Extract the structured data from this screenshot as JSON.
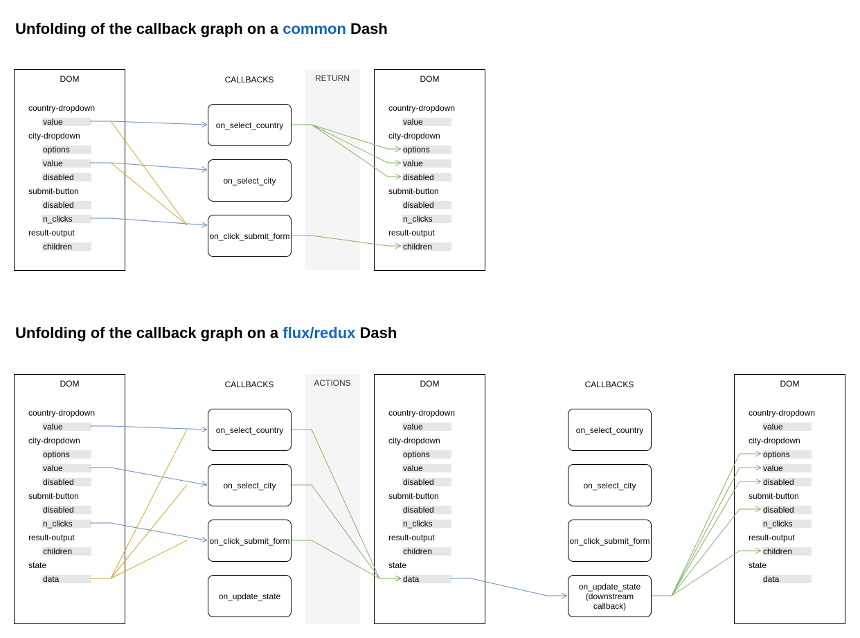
{
  "colors": {
    "accent": "#1565c0",
    "input_edge": "#6c8ebf",
    "output_edge": "#82b366",
    "state_edge": "#d6a528",
    "band": "#f5f5f5"
  },
  "diagram1": {
    "title_prefix": "Unfolding of the callback graph on a ",
    "title_accent": "common",
    "title_suffix": " Dash",
    "dom_left": {
      "title": "DOM",
      "components": [
        {
          "name": "country-dropdown",
          "props": [
            "value"
          ]
        },
        {
          "name": "city-dropdown",
          "props": [
            "options",
            "value",
            "disabled"
          ]
        },
        {
          "name": "submit-button",
          "props": [
            "disabled",
            "n_clicks"
          ]
        },
        {
          "name": "result-output",
          "props": [
            "children"
          ]
        }
      ]
    },
    "callbacks_header": "CALLBACKS",
    "callbacks": [
      "on_select_country",
      "on_select_city",
      "on_click_submit_form"
    ],
    "band_label": "RETURN",
    "dom_right": {
      "title": "DOM",
      "components": [
        {
          "name": "country-dropdown",
          "props": [
            "value"
          ]
        },
        {
          "name": "city-dropdown",
          "props": [
            "options",
            "value",
            "disabled"
          ]
        },
        {
          "name": "submit-button",
          "props": [
            "disabled",
            "n_clicks"
          ]
        },
        {
          "name": "result-output",
          "props": [
            "children"
          ]
        }
      ]
    }
  },
  "diagram2": {
    "title_prefix": "Unfolding of the callback graph on a ",
    "title_accent": "flux/redux",
    "title_suffix": " Dash",
    "dom_left": {
      "title": "DOM",
      "components": [
        {
          "name": "country-dropdown",
          "props": [
            "value"
          ]
        },
        {
          "name": "city-dropdown",
          "props": [
            "options",
            "value",
            "disabled"
          ]
        },
        {
          "name": "submit-button",
          "props": [
            "disabled",
            "n_clicks"
          ]
        },
        {
          "name": "result-output",
          "props": [
            "children"
          ]
        },
        {
          "name": "state",
          "props": [
            "data"
          ]
        }
      ]
    },
    "callbacks_header": "CALLBACKS",
    "callbacks": [
      "on_select_country",
      "on_select_city",
      "on_click_submit_form",
      "on_update_state"
    ],
    "band_label": "ACTIONS",
    "dom_middle": {
      "title": "DOM",
      "components": [
        {
          "name": "country-dropdown",
          "props": [
            "value"
          ]
        },
        {
          "name": "city-dropdown",
          "props": [
            "options",
            "value",
            "disabled"
          ]
        },
        {
          "name": "submit-button",
          "props": [
            "disabled",
            "n_clicks"
          ]
        },
        {
          "name": "result-output",
          "props": [
            "children"
          ]
        },
        {
          "name": "state",
          "props": [
            "data"
          ]
        }
      ]
    },
    "callbacks2_header": "CALLBACKS",
    "callbacks2": [
      "on_select_country",
      "on_select_city",
      "on_click_submit_form",
      "on_update_state\n(downstream\ncallback)"
    ],
    "dom_right": {
      "title": "DOM",
      "components": [
        {
          "name": "country-dropdown",
          "props": [
            "value"
          ]
        },
        {
          "name": "city-dropdown",
          "props": [
            "options",
            "value",
            "disabled"
          ]
        },
        {
          "name": "submit-button",
          "props": [
            "disabled",
            "n_clicks"
          ]
        },
        {
          "name": "result-output",
          "props": [
            "children"
          ]
        },
        {
          "name": "state",
          "props": [
            "data"
          ]
        }
      ]
    }
  }
}
